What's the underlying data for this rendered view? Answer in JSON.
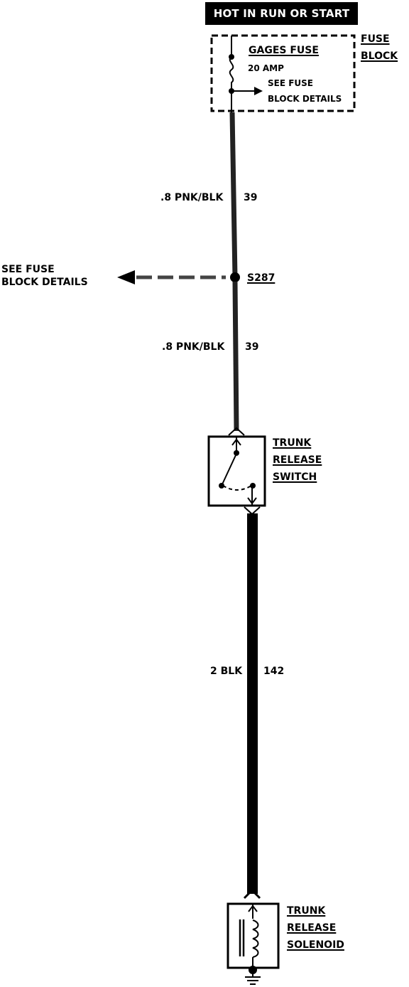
{
  "power": {
    "label": "HOT IN RUN OR START"
  },
  "fuse": {
    "name": "GAGES FUSE",
    "rating": "20 AMP",
    "see_details_line1": "SEE FUSE",
    "see_details_line2": "BLOCK DETAILS",
    "block_line1": "FUSE",
    "block_line2": "BLOCK"
  },
  "wires": [
    {
      "gauge_color": ".8 PNK/BLK",
      "circuit": "39"
    },
    {
      "gauge_color": ".8 PNK/BLK",
      "circuit": "39"
    },
    {
      "gauge_color": "2 BLK",
      "circuit": "142"
    }
  ],
  "splice": {
    "id": "S287",
    "see_details_line1": "SEE FUSE",
    "see_details_line2": "BLOCK DETAILS"
  },
  "switch": {
    "line1": "TRUNK",
    "line2": "RELEASE",
    "line3": "SWITCH"
  },
  "solenoid": {
    "line1": "TRUNK",
    "line2": "RELEASE",
    "line3": "SOLENOID"
  }
}
